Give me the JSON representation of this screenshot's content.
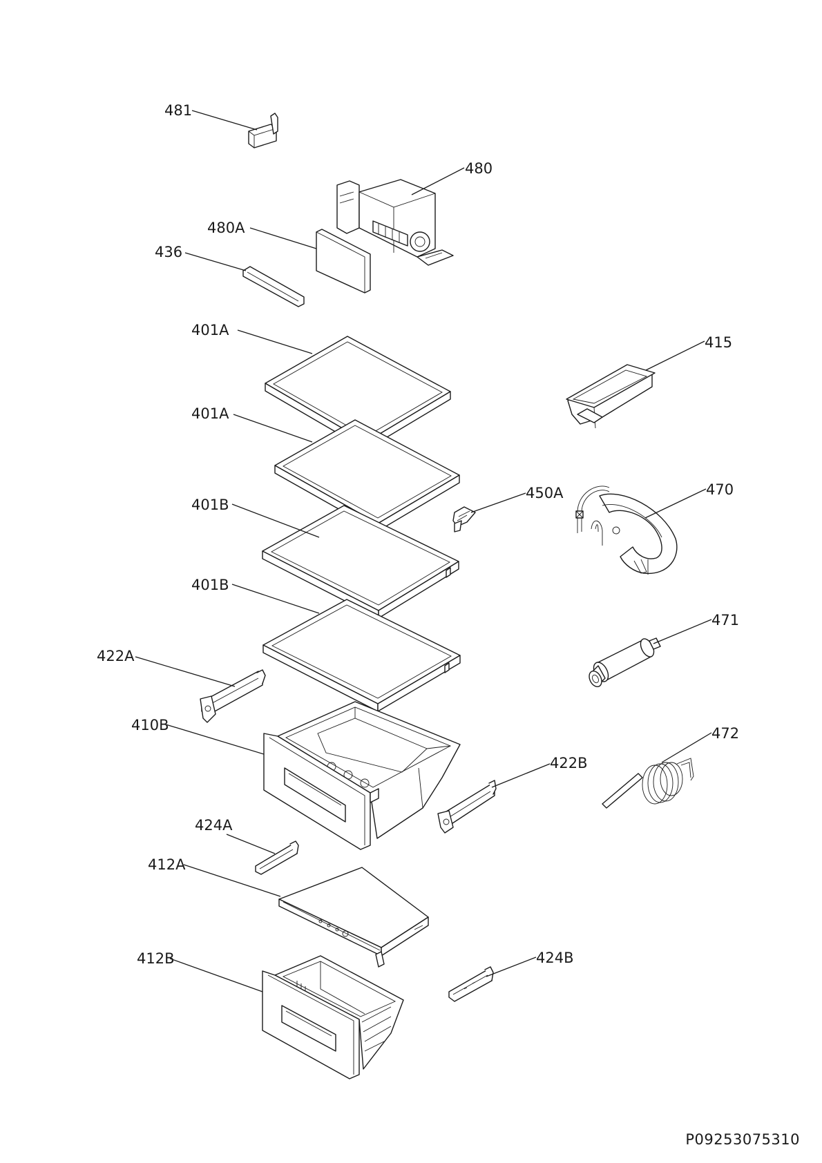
{
  "labels": {
    "p481": "481",
    "p480": "480",
    "p480A": "480A",
    "p436": "436",
    "p401A_1": "401A",
    "p401A_2": "401A",
    "p401B_1": "401B",
    "p401B_2": "401B",
    "p415": "415",
    "p450A": "450A",
    "p470": "470",
    "p471": "471",
    "p422A": "422A",
    "p410B": "410B",
    "p472": "472",
    "p422B": "422B",
    "p424A": "424A",
    "p412A": "412A",
    "p412B": "412B",
    "p424B": "424B"
  },
  "reference_code": "P09253075310"
}
